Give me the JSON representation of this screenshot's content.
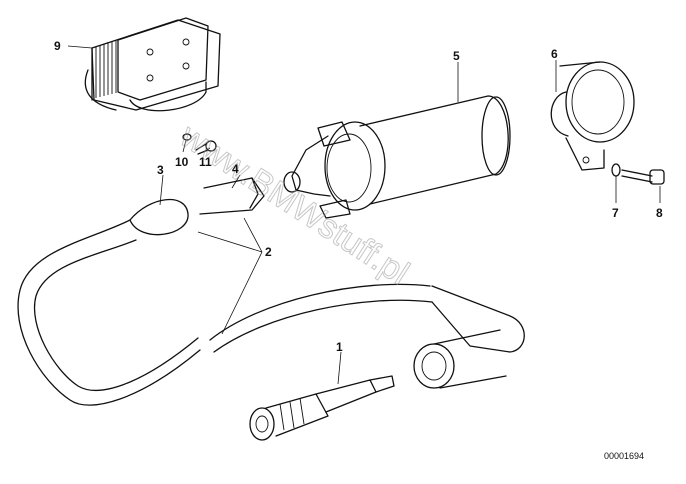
{
  "watermark": "www.BMWstuff.pl",
  "document_number": "00001694",
  "callouts": {
    "spark_plug": "1",
    "wire_clip": "2",
    "ignition_lead": "3",
    "bracket_clip": "4",
    "ignition_coil": "5",
    "coil_clamp": "6",
    "washer": "7",
    "bolt": "8",
    "control_unit": "9",
    "lock_washer": "10",
    "screw": "11"
  }
}
